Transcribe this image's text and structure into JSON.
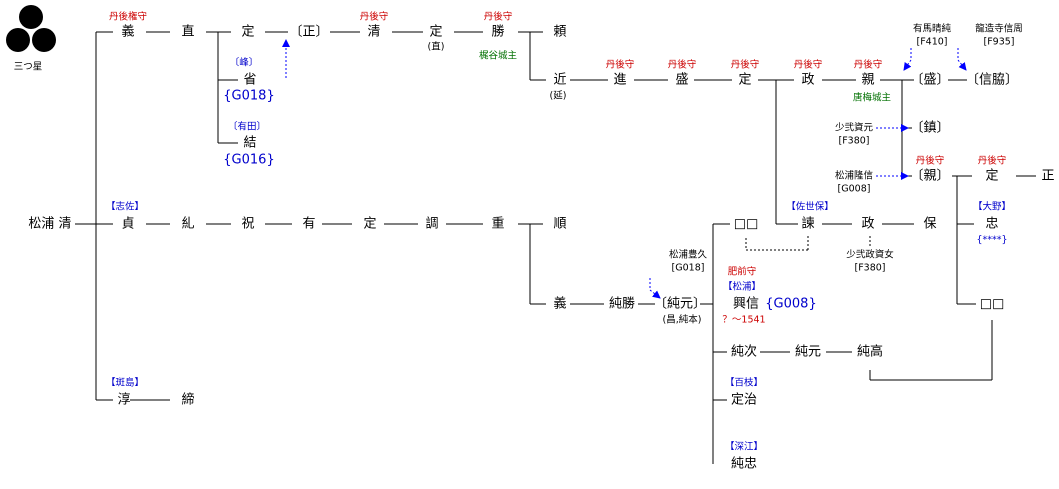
{
  "crest": {
    "name": "三つ星",
    "icon": "mitsuboshi-crest-icon"
  },
  "root": "松浦 清",
  "colors": {
    "title": "#cc0000",
    "branch": "#0000cc",
    "castle": "#007000",
    "line": "#000000",
    "arrow": "#0000ff"
  },
  "row1": {
    "n1": "義",
    "n1_title": "丹後権守",
    "n2": "直",
    "n3": "定",
    "n4": "〔正〕",
    "n5": "清",
    "n5_title": "丹後守",
    "n6": "定",
    "n6_note": "(直)",
    "n7": "勝",
    "n7_title": "丹後守",
    "n7_castle": "梶谷城主",
    "n8": "頼"
  },
  "minecolumn": {
    "n1": "省",
    "n1_branch": "〔峰〕",
    "n1_ref": "{G018}",
    "n2": "結",
    "n2_branch": "〔有田〕",
    "n2_ref": "{G016}"
  },
  "row2": {
    "n1": "近",
    "n1_note": "(延)",
    "n2": "進",
    "n2_title": "丹後守",
    "n3": "盛",
    "n3_title": "丹後守",
    "n4": "定",
    "n4_title": "丹後守",
    "n5": "政",
    "n5_title": "丹後守",
    "n6": "親",
    "n6_title": "丹後守",
    "n6_castle": "唐梅城主",
    "n7": "〔盛〕",
    "n8": "〔信脇〕"
  },
  "refs": {
    "arima": "有馬晴純",
    "arima_ref": "[F410]",
    "ryuzoji": "龍造寺信周",
    "ryuzoji_ref": "[F935]",
    "shoni1": "少弐資元",
    "shoni1_ref": "[F380]",
    "shoni2": "少弐政資女",
    "shoni2_ref": "[F380]",
    "matsura_takanobu": "松浦隆信",
    "matsura_takanobu_ref": "[G008]",
    "matsura_toyohisa": "松浦豊久",
    "matsura_toyohisa_ref": "[G018]"
  },
  "chika": {
    "n1": "〔鎮〕",
    "n2": "〔親〕",
    "n2_title": "丹後守",
    "n3": "定",
    "n3_title": "丹後守",
    "n4": "正"
  },
  "shisa": {
    "branch": "【志佐】",
    "n1": "貞",
    "n2": "糺",
    "n3": "祝",
    "n4": "有",
    "n5": "定",
    "n6": "調",
    "n7": "重",
    "n8": "順",
    "n9": "□□",
    "n10": "諫",
    "n10_branch": "【佐世保】",
    "n11": "政",
    "n12": "保",
    "n13": "忠",
    "n13_branch": "【大野】",
    "n13_ref": "{****}",
    "n14": "□□"
  },
  "yoshi": {
    "n1": "義",
    "n2": "純勝",
    "n3": "〔純元〕",
    "n3_note": "(昌,純本)",
    "n4": "興信",
    "n4_title": "肥前守",
    "n4_branch": "【松浦】",
    "n4_ref": "{G008}",
    "n4_dates": "？～1541",
    "n5": "純次",
    "n6": "純元",
    "n7": "純高",
    "n8": "定治",
    "n8_branch": "【百枝】",
    "n9": "純忠",
    "n9_branch": "【深江】"
  },
  "madara": {
    "branch": "【斑島】",
    "n1": "淳",
    "n2": "締"
  }
}
